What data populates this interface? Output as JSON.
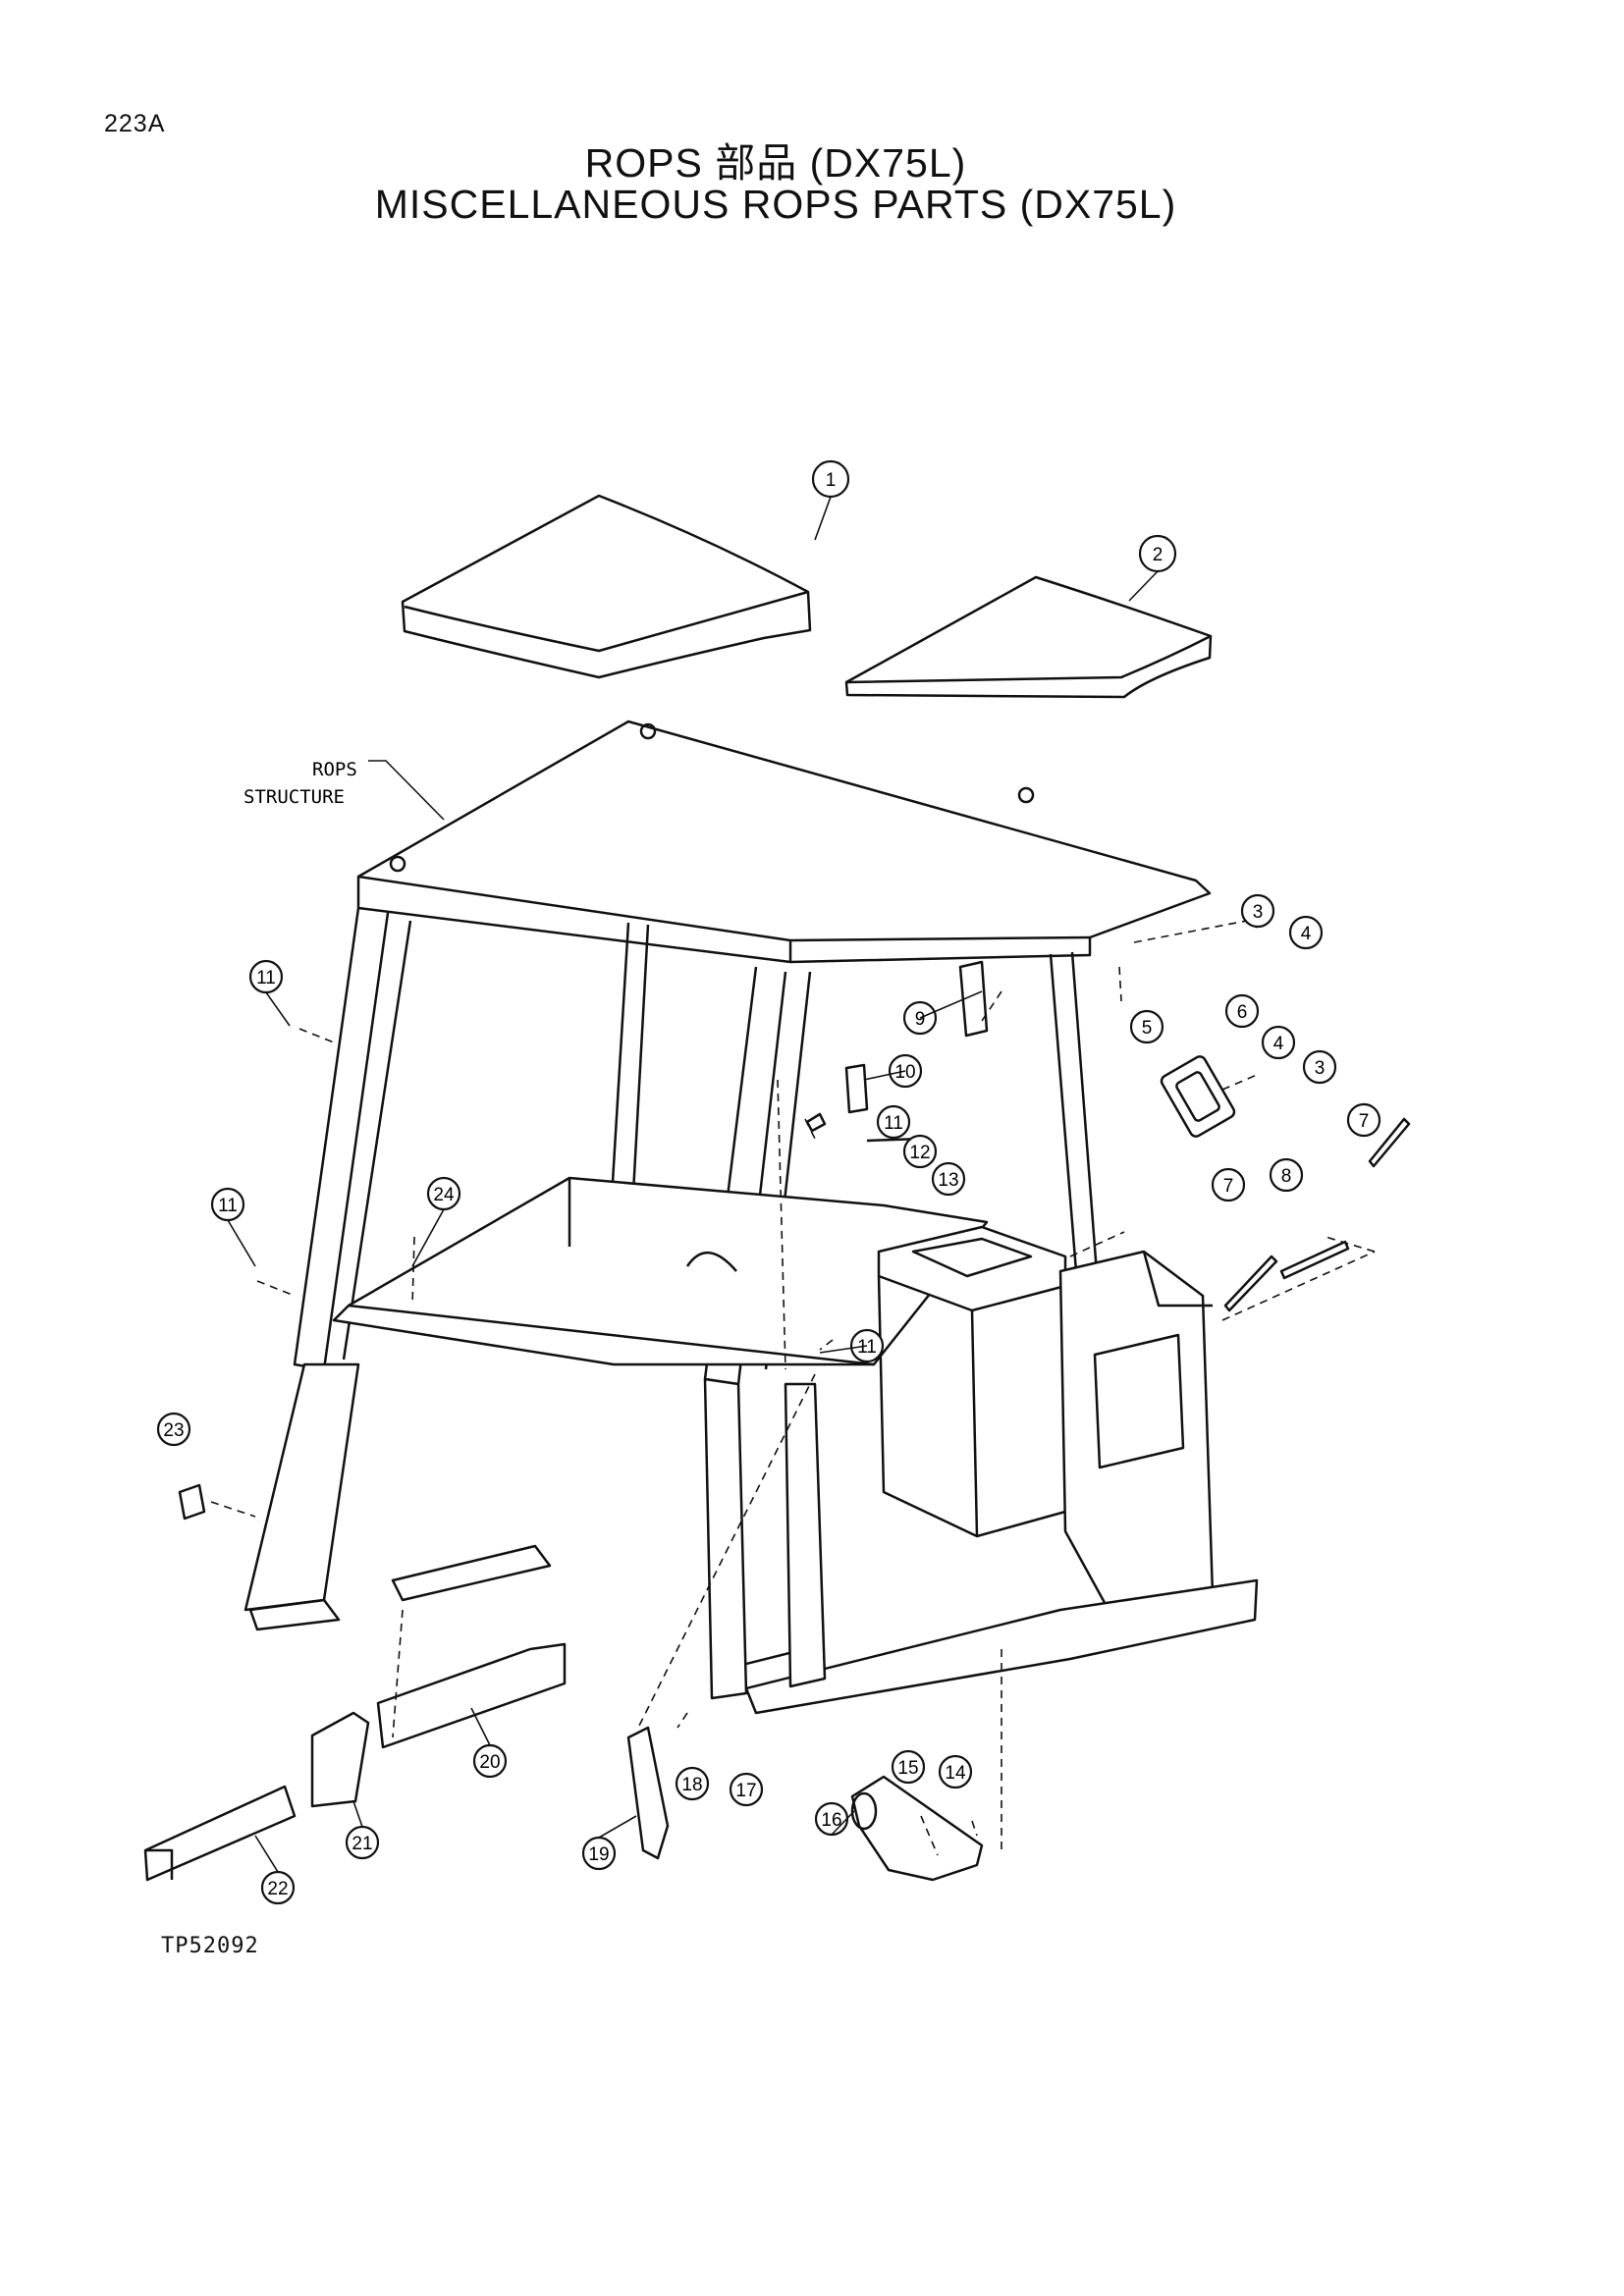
{
  "header": {
    "page_code": "223A",
    "title_line1": "ROPS 部品 (DX75L)",
    "title_line2": "MISCELLANEOUS  ROPS  PARTS (DX75L)"
  },
  "diagram": {
    "annotation_line1": "ROPS",
    "annotation_line2": "STRUCTURE",
    "callouts": [
      "1",
      "2",
      "3",
      "4",
      "5",
      "6",
      "4",
      "3",
      "7",
      "7",
      "8",
      "9",
      "10",
      "11",
      "11",
      "11",
      "11",
      "12",
      "13",
      "14",
      "15",
      "16",
      "17",
      "18",
      "19",
      "20",
      "21",
      "22",
      "23",
      "24"
    ]
  },
  "footer": {
    "figure_code": "TP52092"
  }
}
